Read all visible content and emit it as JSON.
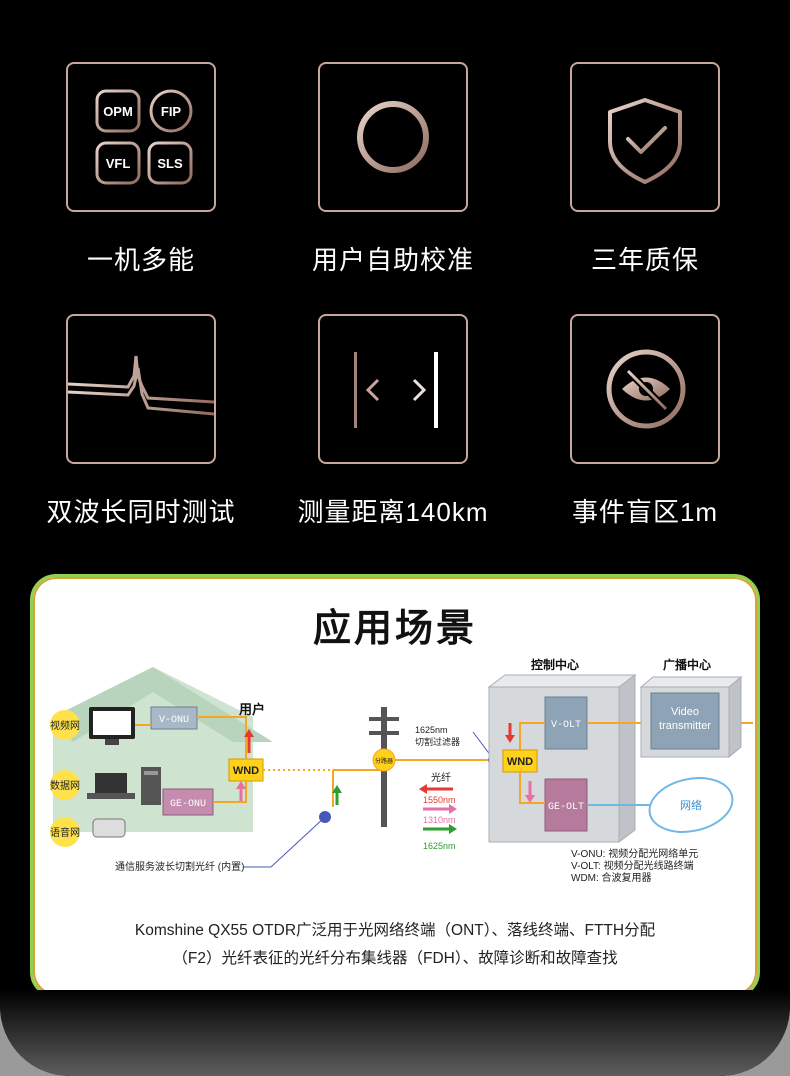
{
  "features": [
    {
      "label": "一机多能",
      "icon": "function-modes-icon",
      "badges": [
        "OPM",
        "FIP",
        "VFL",
        "SLS"
      ]
    },
    {
      "label": "用户自助校准",
      "icon": "crosshair-icon"
    },
    {
      "label": "三年质保",
      "icon": "shield-check-icon"
    },
    {
      "label": "双波长同时测试",
      "icon": "dual-wave-trace-icon"
    },
    {
      "label": "测量距离140km",
      "icon": "distance-arrow-icon"
    },
    {
      "label": "事件盲区1m",
      "icon": "eye-off-icon"
    }
  ],
  "application": {
    "title": "应用场景",
    "diagram": {
      "user_label": "用户",
      "control_center": "控制中心",
      "broadcast_center": "广播中心",
      "video_net": "视频网",
      "data_net": "数据网",
      "voice_net": "语音网",
      "v_onu": "V-ONU",
      "ge_onu": "GE-ONU",
      "wnd": "WND",
      "v_olt": "V-OLT",
      "ge_olt": "GE-OLT",
      "video_tx_1": "Video",
      "video_tx_2": "transmitter",
      "splitter": "分路器",
      "filter_1": "1625nm",
      "filter_2": "切割过滤器",
      "fiber": "光纤",
      "wl_1550": "1550nm",
      "wl_1310": "1310nm",
      "wl_1625": "1625nm",
      "network": "网络",
      "cut_fiber": "通信服务波长切割光纤 (内置)",
      "legend_1": "V-ONU: 视频分配光网络单元",
      "legend_2": "V-OLT: 视频分配光线路终端",
      "legend_3": "WDM: 合波复用器"
    },
    "desc_line1": "Komshine QX55 OTDR广泛用于光网络终端（ONT）、落线终端、FTTH分配",
    "desc_line2": "（F2）光纤表征的光纤分布集线器（FDH）、故障诊断和故障查找"
  },
  "colors": {
    "tile_border": "#c7a69b",
    "card_border": "#8fd14f",
    "fiber_line": "#f5a623",
    "red": "#e53935",
    "pink": "#e66fa6",
    "green": "#2e9e32"
  }
}
